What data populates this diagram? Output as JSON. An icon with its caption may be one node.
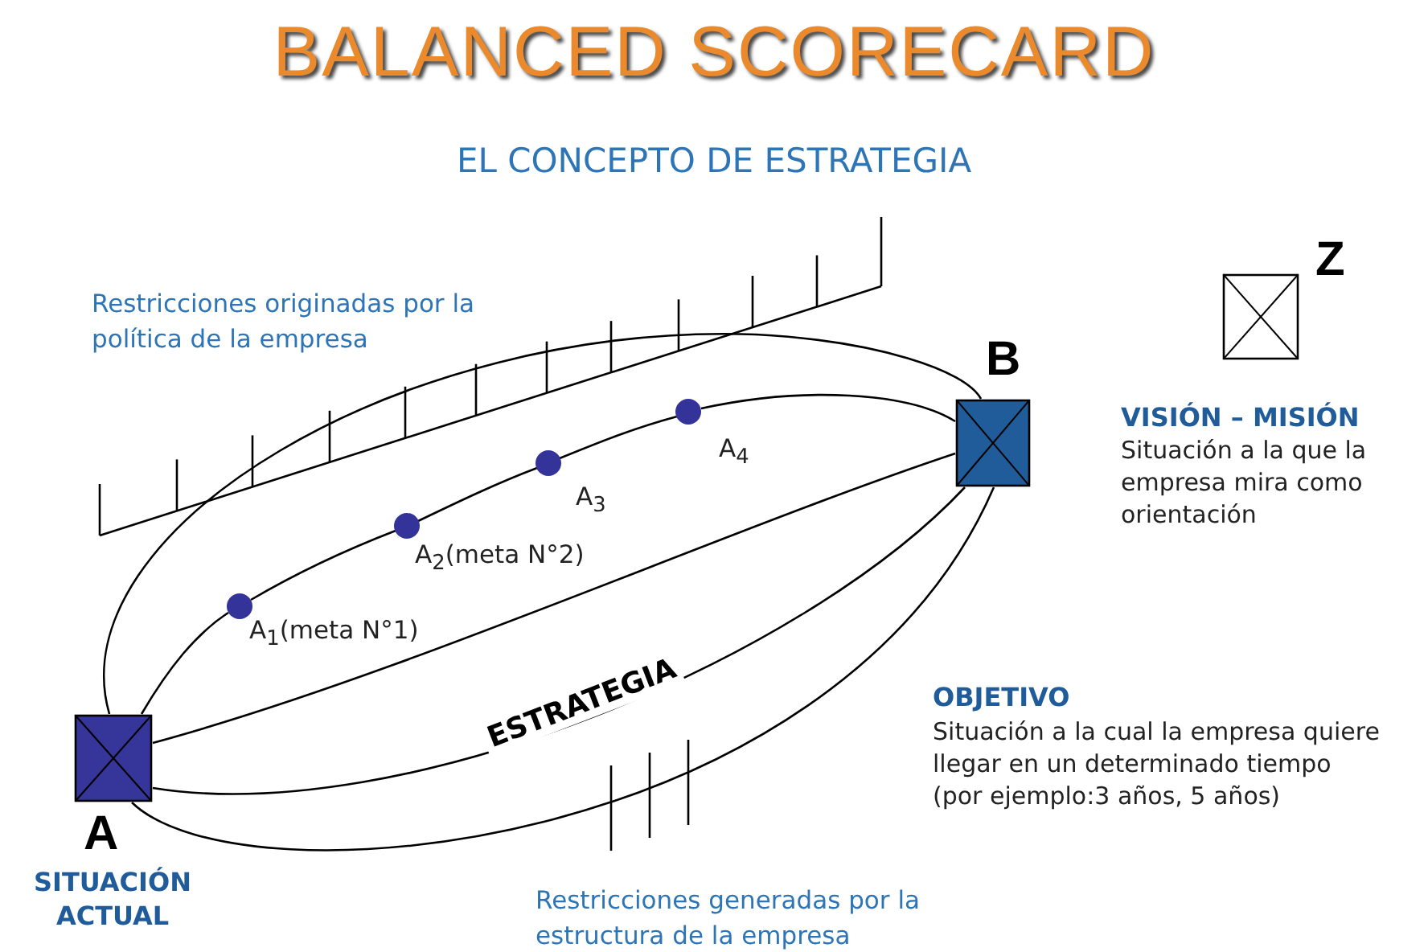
{
  "diagram": {
    "title": "BALANCED SCORECARD",
    "nodes": [
      {
        "text": [
          "A"
        ],
        "beside": [
          "SITUACIÓN ACTUAL"
        ]
      },
      {
        "text": [
          "B"
        ],
        "beside": [
          "OBJETIVO",
          "Situación a la cual la empresa quiere llegar en un determinado tiempo (por ejemplo:3 años, 5 años)"
        ]
      },
      {
        "text": [],
        "shape": "circle",
        "beside": [
          "A$_{1}$(meta N°1)"
        ]
      },
      {
        "text": [],
        "shape": "circle",
        "beside": [
          "A$_{2}$(meta N°2)"
        ]
      },
      {
        "text": [],
        "shape": "circle",
        "beside": [
          "A$_{3}$"
        ]
      },
      {
        "text": [],
        "shape": "circle",
        "beside": [
          "A$_{4}$"
        ]
      },
      {
        "text": [
          "Z"
        ],
        "beside": [
          "VISIÓN – MISIÓN",
          "Situación a la que la empresa mira como orientación"
        ]
      }
    ],
    "edges": [
      {
        "from": 0,
        "to": 2,
        "arrow": "none"
      },
      {
        "from": 2,
        "to": 3,
        "arrow": "none"
      },
      {
        "from": 3,
        "to": 4,
        "arrow": "none"
      },
      {
        "from": 4,
        "to": 5,
        "arrow": "none"
      },
      {
        "from": 5,
        "to": 1,
        "arrow": "none"
      },
      {
        "from": 0,
        "to": 1,
        "arrow": "none"
      },
      {
        "from": 0,
        "to": 1,
        "arrow": "none"
      },
      {
        "from": 0,
        "to": 1,
        "arrow": "none",
        "label": "ESTRATEGIA"
      },
      {
        "from": 0,
        "to": 1,
        "arrow": "none"
      }
    ],
    "labels": [
      "EL CONCEPTO DE ESTRATEGIA",
      "Restricciones originadas por la política de la empresa",
      "Restricciones generadas por la estructura de la empresa"
    ]
  }
}
